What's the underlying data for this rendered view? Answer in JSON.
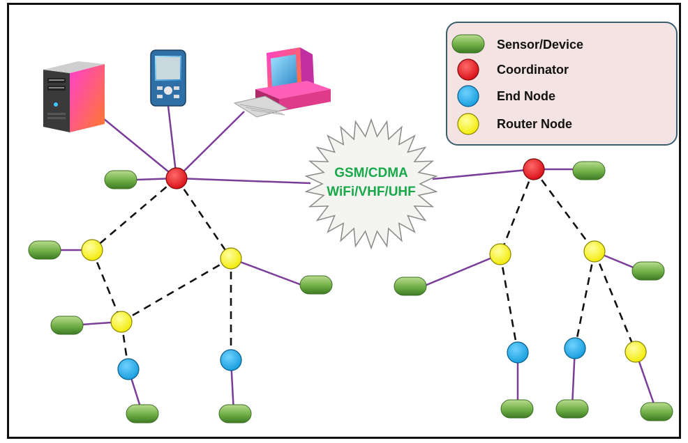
{
  "legend": {
    "items": [
      {
        "label": "Sensor/Device",
        "symbol": "sensor"
      },
      {
        "label": "Coordinator",
        "symbol": "coordinator"
      },
      {
        "label": "End Node",
        "symbol": "end-node"
      },
      {
        "label": "Router Node",
        "symbol": "router-node"
      }
    ]
  },
  "cloud": {
    "line1": "GSM/CDMA",
    "line2": "WiFi/VHF/UHF"
  },
  "colors": {
    "coordinator": "#e8141c",
    "end_node": "#1ea7e6",
    "router_node": "#fbf51b",
    "sensor": "#5a9a37",
    "link_solid": "#7a3d9a",
    "link_dashed": "#111111",
    "legend_bg": "#f4e3e3",
    "legend_border": "#3a5e6e",
    "cloud_text": "#18a84a"
  },
  "devices": [
    "server-tower-icon",
    "pda-icon",
    "desktop-computer-icon"
  ]
}
